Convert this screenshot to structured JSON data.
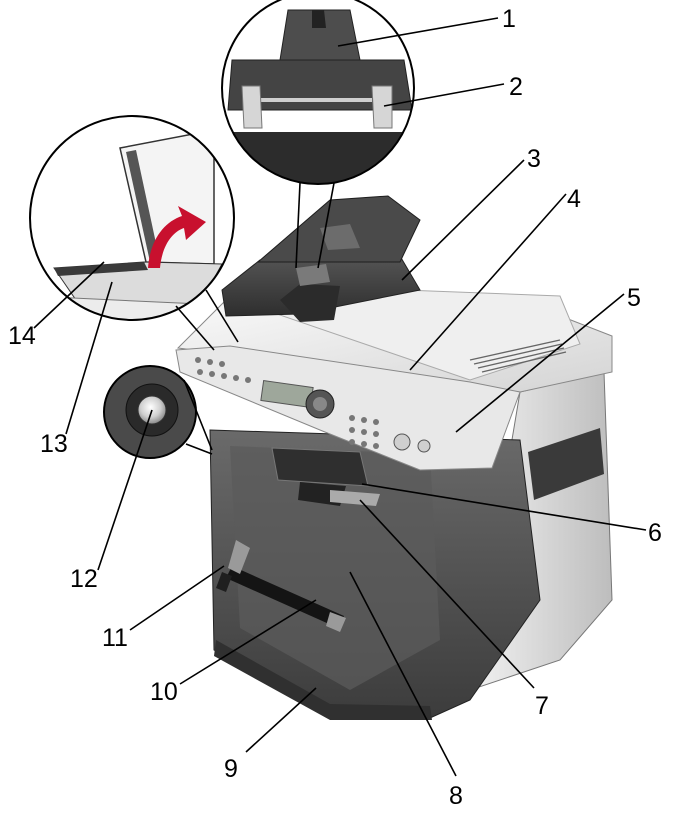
{
  "callouts": [
    {
      "id": "1",
      "label": "1"
    },
    {
      "id": "2",
      "label": "2"
    },
    {
      "id": "3",
      "label": "3"
    },
    {
      "id": "4",
      "label": "4"
    },
    {
      "id": "5",
      "label": "5"
    },
    {
      "id": "6",
      "label": "6"
    },
    {
      "id": "7",
      "label": "7"
    },
    {
      "id": "8",
      "label": "8"
    },
    {
      "id": "9",
      "label": "9"
    },
    {
      "id": "10",
      "label": "10"
    },
    {
      "id": "11",
      "label": "11"
    },
    {
      "id": "12",
      "label": "12"
    },
    {
      "id": "13",
      "label": "13"
    },
    {
      "id": "14",
      "label": "14"
    }
  ],
  "colors": {
    "body_light": "#dedede",
    "body_dark": "#4a4a4a",
    "panel": "#e6e6e6",
    "accent_arrow": "#c8102e"
  }
}
